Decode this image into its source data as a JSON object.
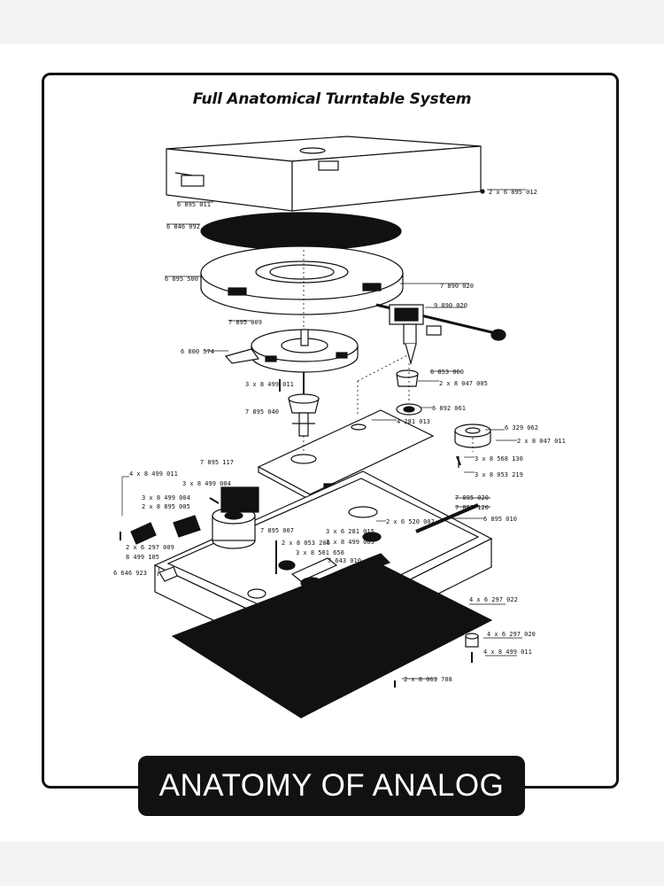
{
  "diagram": {
    "title": "Full Anatomical Turntable System",
    "banner_text": "ANATOMY OF ANALOG",
    "colors": {
      "ink": "#111111",
      "paper": "#ffffff",
      "background": "#f3f3f3"
    },
    "part_labels": [
      "6 895 011",
      "2 x 6 895 012",
      "6 846 092",
      "6 895 500",
      "7 890 020",
      "9 890 020",
      "7 895 009",
      "6 800 574",
      "3 x 8 499 011",
      "6 853 060",
      "2 x 8 047 005",
      "7 895 040",
      "6 892 061",
      "4 281 013",
      "6 329 062",
      "2 x 8 047 011",
      "3 x 8 568 130",
      "3 x 8 053 219",
      "7 895 117",
      "4 x 8 499 011",
      "3 x 8 499 004",
      "3 x 8 499 004",
      "2 x 8 895 005",
      "7 895 020",
      "7 895 120",
      "6 895 010",
      "2 x 6 520 002",
      "3 x 6 281 015",
      "3 x 8 499 065",
      "7 895 007",
      "2 x 8 053 206",
      "3 x 8 501 650",
      "2 x 6 297 009",
      "8 499 105",
      "7 643 010",
      "6 646 923",
      "4 x 6 297 022",
      "4 x 6 297 020",
      "4 x 8 499 011",
      "2 x 8 063 708"
    ]
  }
}
